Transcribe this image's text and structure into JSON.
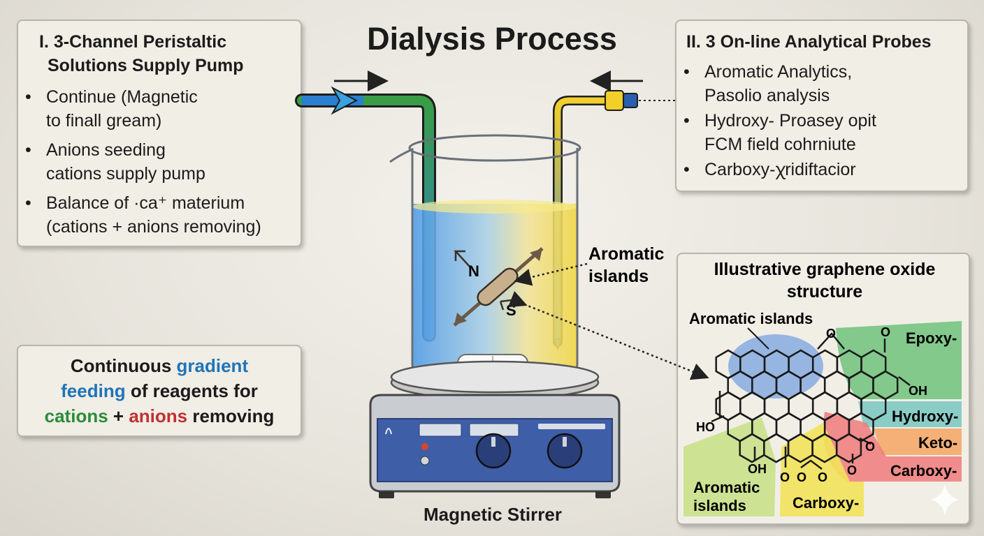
{
  "title": "Dialysis Process",
  "pump_panel": {
    "title_line1": "I. 3-Channel Peristaltic",
    "title_line2": "Solutions Supply Pump",
    "bullets": [
      {
        "line1": "Continue  (Magnetic",
        "line2": "to finall gream)"
      },
      {
        "line1": "Anions seeding",
        "line2": "cations supply pump"
      },
      {
        "line1": "Balance of ·ca⁺ materium",
        "line2": "(cations + anions removing)"
      }
    ]
  },
  "probes_panel": {
    "title": "II. 3 On-line Analytical Probes",
    "bullets": [
      {
        "line1": "Aromatic Analytics,",
        "line2": "Pasolio analysis"
      },
      {
        "line1": "Hydroxy- Proasey opit",
        "line2": "FCM field cohrniute"
      },
      {
        "line1": "Carboxy-ꭓridiftacior",
        "line2": ""
      }
    ]
  },
  "feeding_panel": {
    "line1_a": "Continuous ",
    "line1_b": "gradient",
    "line2_a": "feeding",
    "line2_b": " of reagents for",
    "line3_a": "cations",
    "line3_b": " + ",
    "line3_c": "anions",
    "line3_d": " removing"
  },
  "magnet": {
    "north": "N",
    "south": "S"
  },
  "aromatic_label_line1": "Aromatic",
  "aromatic_label_line2": "islands",
  "stirrer_label": "Magnetic Stirrer",
  "go_panel": {
    "title_line1": "Illustrative graphene oxide",
    "title_line2": "structure",
    "label_aromatic_top": "Aromatic islands",
    "label_epoxy": "Epoxy-",
    "label_hydroxy": "Hydroxy-",
    "label_keto": "Keto-",
    "label_carboxy_right": "Carboxy-",
    "label_carboxy_bottom": "Carboxy-",
    "label_aromatic_bottom_line1": "Aromatic",
    "label_aromatic_bottom_line2": "islands",
    "atom_o": "O",
    "atom_oh": "OH",
    "atom_ho": "HO"
  },
  "colors": {
    "inlet_blue": "#2a7fd1",
    "inlet_green": "#3a9c46",
    "probe_yellow": "#f2cf2a",
    "epoxy_green": "#6fc27a",
    "hydroxy_teal": "#7ec9c3",
    "keto_orange": "#f4a86a",
    "carboxy_red": "#f07a7a",
    "carboxy_yellow": "#f1e25a",
    "aromatic_blue": "#7fa6e0",
    "aromatic_lime": "#c9e08a"
  }
}
